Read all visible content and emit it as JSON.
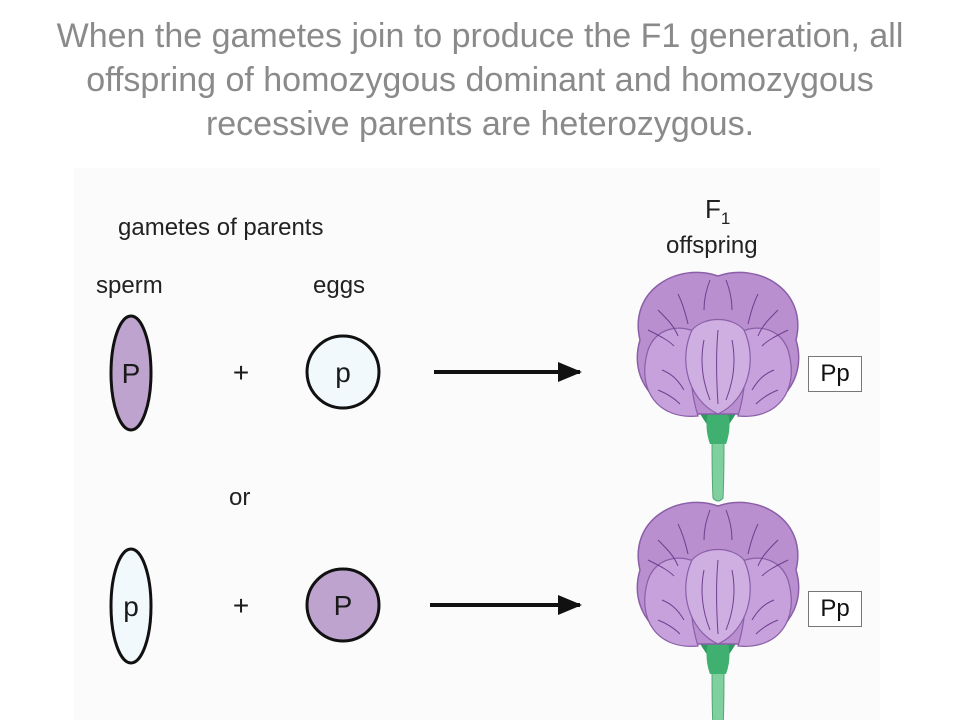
{
  "slide": {
    "title_lines": [
      "When the gametes join to produce the F1 generation, all",
      "offspring of homozygous dominant and homozygous",
      "recessive parents are heterozygous."
    ]
  },
  "diagram": {
    "header_left": "gametes of parents",
    "header_right_main": "F",
    "header_right_sub": "1",
    "header_right_line2": "offspring",
    "col_sperm": "sperm",
    "col_eggs": "eggs",
    "or_label": "or",
    "rows": [
      {
        "sperm": "P",
        "plus": "+",
        "egg": "p",
        "offspring": "Pp"
      },
      {
        "sperm": "p",
        "plus": "+",
        "egg": "P",
        "offspring": "Pp"
      }
    ]
  },
  "colors": {
    "dominant_fill": "#bfa3cf",
    "recessive_fill": "#f1f9fd",
    "petal_fill": "#b98fcf",
    "petal_vein": "#6f3f8f",
    "stem_green": "#7fcf9f",
    "leaf_green": "#2f9a5f"
  }
}
